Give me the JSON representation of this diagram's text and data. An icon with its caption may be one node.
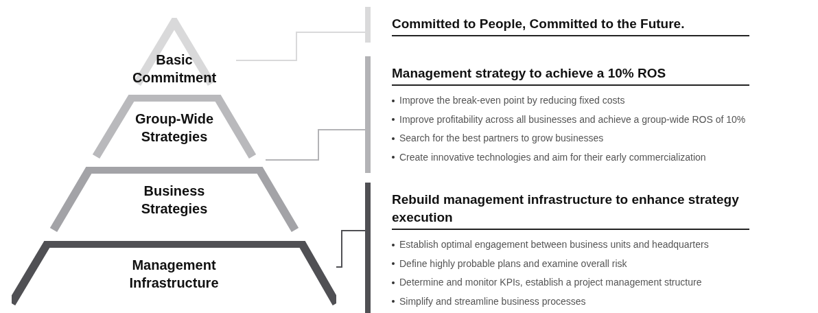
{
  "diagram": {
    "nodes": [
      {
        "text": [
          "Basic Commitment"
        ]
      },
      {
        "text": [
          "Group-Wide Strategies"
        ]
      },
      {
        "text": [
          "Business Strategies"
        ]
      },
      {
        "text": [
          "Management Infrastructure"
        ]
      },
      {
        "text": [
          "Committed to People, Committed to the Future."
        ]
      },
      {
        "text": [
          "Management strategy to achieve a 10% ROS",
          "Improve the break-even point by reducing fixed costs",
          "Improve profitability across all businesses and achieve a group-wide ROS of 10%",
          "Search for the best partners to grow businesses",
          "Create innovative technologies and aim for their early commercialization"
        ]
      },
      {
        "text": [
          "Rebuild management infrastructure to enhance strategy execution",
          "Establish optimal engagement between business units and headquarters",
          "Define highly probable plans and examine overall risk",
          "Determine and monitor KPIs, establish a project management structure",
          "Simplify and streamline business processes"
        ]
      }
    ],
    "edges": [
      {
        "from": 0,
        "to": 4,
        "arrow": "none",
        "color": "#d9d9da"
      },
      {
        "from": 1,
        "to": 5,
        "arrow": "none",
        "color": "#b3b3b6"
      },
      {
        "from": 3,
        "to": 6,
        "arrow": "none",
        "color": "#505054"
      }
    ]
  }
}
